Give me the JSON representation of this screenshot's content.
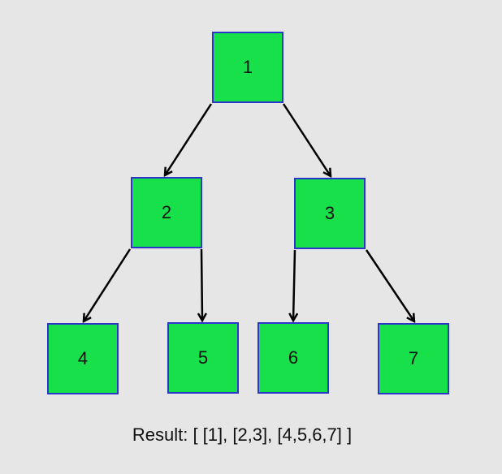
{
  "style": {
    "background": "#e6e6e6",
    "node_fill": "#18e04a",
    "node_border": "#2c35c9",
    "edge_color": "#000000"
  },
  "tree": {
    "nodes": [
      {
        "id": "n1",
        "label": "1",
        "parent": null
      },
      {
        "id": "n2",
        "label": "2",
        "parent": "n1"
      },
      {
        "id": "n3",
        "label": "3",
        "parent": "n1"
      },
      {
        "id": "n4",
        "label": "4",
        "parent": "n2"
      },
      {
        "id": "n5",
        "label": "5",
        "parent": "n2"
      },
      {
        "id": "n6",
        "label": "6",
        "parent": "n3"
      },
      {
        "id": "n7",
        "label": "7",
        "parent": "n3"
      }
    ]
  },
  "result_text": "Result: [ [1], [2,3], [4,5,6,7] ]"
}
